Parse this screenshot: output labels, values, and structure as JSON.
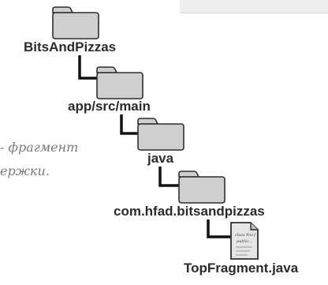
{
  "tree": {
    "root": {
      "label": "BitsAndPizzas"
    },
    "level1": {
      "label": "app/src/main"
    },
    "level2": {
      "label": "java"
    },
    "level3": {
      "label": "com.hfad.bitsandpizzas"
    },
    "file": {
      "label": "TopFragment.java",
      "icon_text": "class Foo{ public..."
    }
  },
  "note": {
    "line1": "- фрагмент",
    "line2": "ержки."
  },
  "colors": {
    "folder_fill": "#cfcfcf",
    "folder_border": "#2f2f2f",
    "label_text": "#2b2b2b",
    "note_text": "#7a7a7a",
    "connector": "#111111"
  },
  "icons": {
    "folder": "folder-icon",
    "file": "java-file-icon"
  }
}
